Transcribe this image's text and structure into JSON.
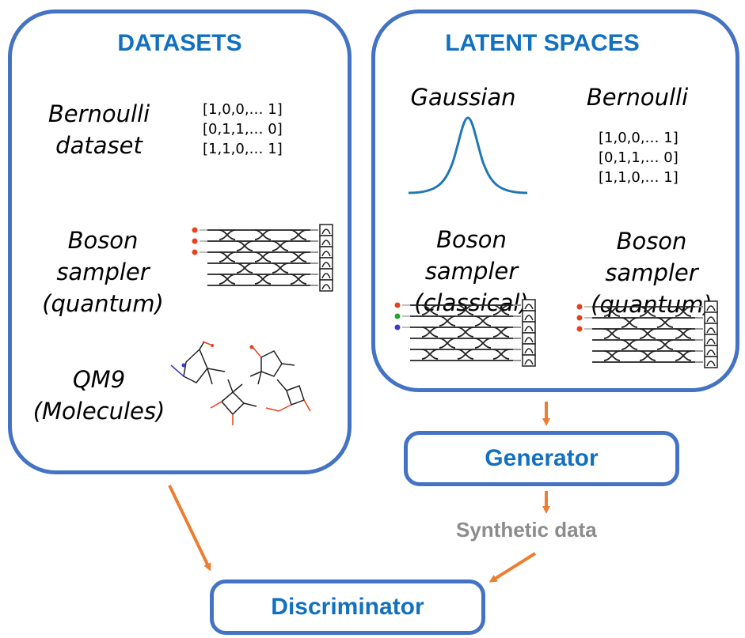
{
  "datasets": {
    "title": "DATASETS",
    "bernoulli_line1": "Bernoulli",
    "bernoulli_line2": "dataset",
    "vectors": [
      "[1,0,0,… 1]",
      "[0,1,1,… 0]",
      "[1,1,0,… 1]"
    ],
    "boson_line1": "Boson sampler",
    "boson_line2": "(quantum)",
    "qm9_line1": "QM9",
    "qm9_line2": "(Molecules)"
  },
  "latent": {
    "title": "LATENT SPACES",
    "gaussian": "Gaussian",
    "bernoulli": "Bernoulli",
    "vectors": [
      "[1,0,0,… 1]",
      "[0,1,1,… 0]",
      "[1,1,0,… 1]"
    ],
    "boson_classical_line1": "Boson sampler",
    "boson_classical_line2": "(classical)",
    "boson_quantum_line1": "Boson sampler",
    "boson_quantum_line2": "(quantum)"
  },
  "generator": {
    "label": "Generator"
  },
  "synthetic": {
    "label": "Synthetic data"
  },
  "discriminator": {
    "label": "Discriminator"
  },
  "colors": {
    "border": "#4472c4",
    "heading": "#1170c0",
    "arrow": "#ed7d31",
    "gaussian": "#1f77b4",
    "photon_red": "#e8401c",
    "photon_green": "#2ca02c",
    "photon_blue": "#3b3bc8"
  }
}
